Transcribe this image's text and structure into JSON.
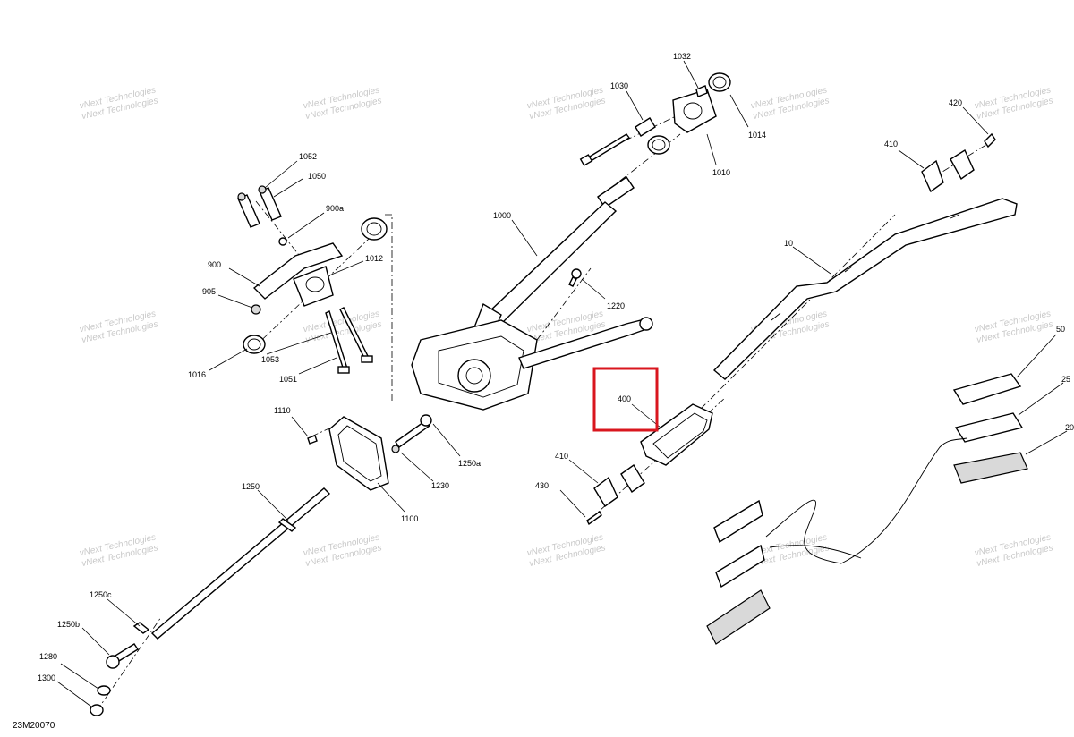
{
  "drawing_id": "23M20070",
  "watermark": "vNext Technologies",
  "highlight_color": "#d9161e",
  "callouts": {
    "c1032": "1032",
    "c1030": "1030",
    "c1014": "1014",
    "c1010": "1010",
    "c1052": "1052",
    "c1050": "1050",
    "c900a": "900a",
    "c1000": "1000",
    "c900": "900",
    "c905": "905",
    "c1012": "1012",
    "c1016": "1016",
    "c1053": "1053",
    "c1051": "1051",
    "c1220": "1220",
    "c1110": "1110",
    "c1250a": "1250a",
    "c1230": "1230",
    "c1250": "1250",
    "c1100": "1100",
    "c400": "400",
    "c410a": "410",
    "c430": "430",
    "c410b": "410",
    "c420": "420",
    "c10": "10",
    "c50": "50",
    "c25": "25",
    "c20": "20",
    "c1250c": "1250c",
    "c1250b": "1250b",
    "c1280": "1280",
    "c1300": "1300"
  }
}
